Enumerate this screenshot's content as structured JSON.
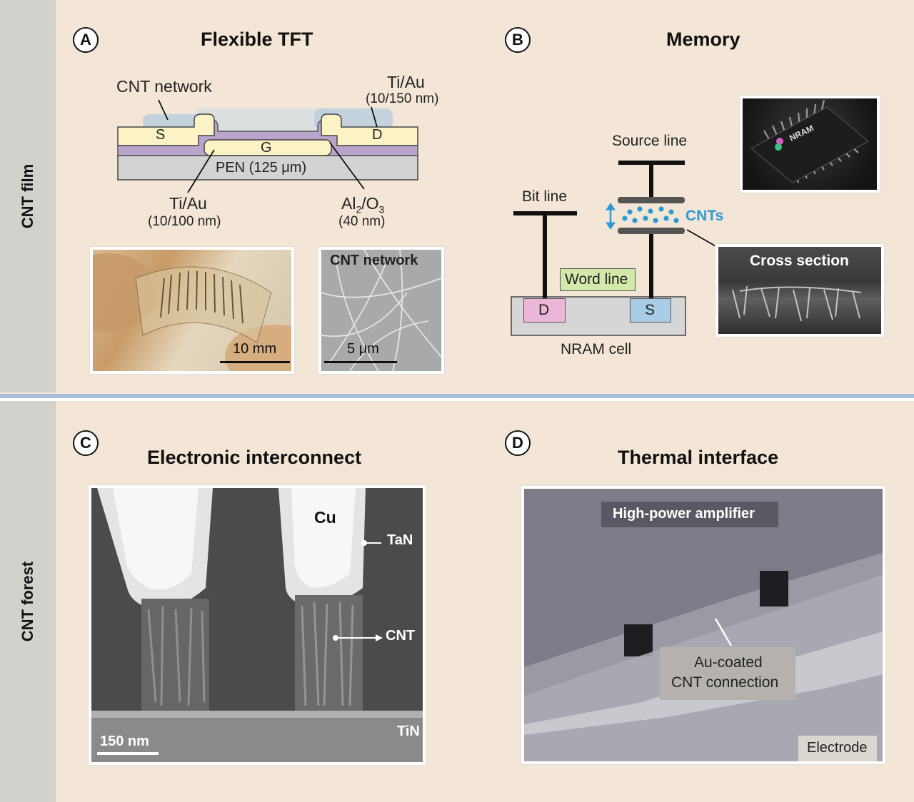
{
  "sidebars": {
    "top": "CNT film",
    "bottom": "CNT forest"
  },
  "panel_a": {
    "letter": "A",
    "title": "Flexible TFT",
    "labels": {
      "cnt_network": "CNT network",
      "ti_au_top": "Ti/Au",
      "ti_au_top_thickness": "(10/150 nm)",
      "source": "S",
      "drain": "D",
      "gate": "G",
      "substrate_name": "PEN (125 ",
      "substrate_unit": "μm)",
      "ti_au_bottom": "Ti/Au",
      "ti_au_bottom_thickness": "(10/100 nm)",
      "al": "Al",
      "sub2": "2",
      "o": "/O",
      "sub3": "3",
      "al2o3_thickness": "(40 nm)"
    },
    "photo_scale": "10 mm",
    "sem_title": "CNT network",
    "sem_scale_num": "5 ",
    "sem_scale_unit": "μm"
  },
  "panel_b": {
    "letter": "B",
    "title": "Memory",
    "labels": {
      "source_line": "Source line",
      "bit_line": "Bit line",
      "cnts": "CNTs",
      "word_line": "Word line",
      "drain": "D",
      "source": "S",
      "nram_cell": "NRAM cell",
      "cross_section": "Cross section",
      "chip_text": "NRAM"
    }
  },
  "panel_c": {
    "letter": "C",
    "title": "Electronic interconnect",
    "labels": {
      "cu": "Cu",
      "tan": "TaN",
      "cnt": "CNT",
      "tin": "TiN",
      "scale": "150 nm"
    }
  },
  "panel_d": {
    "letter": "D",
    "title": "Thermal interface",
    "labels": {
      "amplifier": "High-power amplifier",
      "connection_line1": "Au-coated",
      "connection_line2": "CNT connection",
      "electrode": "Electrode"
    }
  },
  "colors": {
    "panel_bg": "#f3e6d6",
    "sidebar_bg": "#d3d1cb",
    "divider": "#a8bfda",
    "electrode_yellow": "#fbf3c6",
    "oxide_purple": "#b9a5cc",
    "substrate_gray": "#d3d3d3",
    "drain_pink": "#ebb6d7",
    "source_blue": "#a9cde6",
    "word_line_green": "#d3e9a9",
    "cnt_blue": "#2e9ad4"
  }
}
